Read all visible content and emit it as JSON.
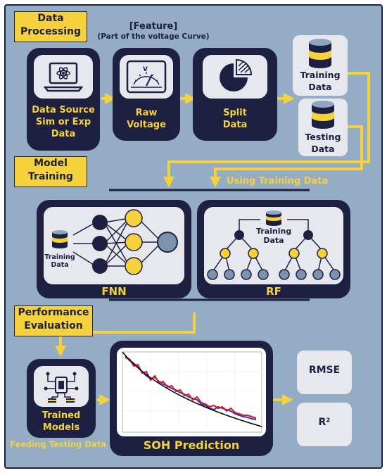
{
  "sections": {
    "data_processing": "Data\nProcessing",
    "model_training": "Model\nTraining",
    "performance_evaluation": "Performance\nEvaluation"
  },
  "feature_label": {
    "title": "[Feature]",
    "subtitle": "(Part of the voltage Curve)"
  },
  "nodes": {
    "data_source": "Data Source\nSim or Exp\nData",
    "raw_voltage": "Raw\nVoltage",
    "split_data": "Split\nData",
    "training_data": "Training\nData",
    "testing_data": "Testing\nData",
    "trained_models": "Trained\nModels",
    "soh_prediction": "SOH Prediction",
    "rmse": "RMSE",
    "r2": "R²"
  },
  "annotations": {
    "using_training_data": "Using Training Data",
    "feeding_testing_data": "Feeding Testing Data"
  },
  "models": {
    "fnn": {
      "label": "FNN",
      "db_label": "Training\nData"
    },
    "rf": {
      "label": "RF",
      "db_label": "Training\nData"
    }
  },
  "colors": {
    "navy": "#1d2040",
    "yellow": "#f5d23c",
    "background": "#94acc4",
    "light_panel": "#e6e8ee",
    "node_blue": "#7d93ad",
    "prediction_red": "#e01818",
    "prediction_blue": "#2038d8",
    "trend_black": "#000000"
  },
  "icons": [
    "laptop-atom-icon",
    "voltmeter-icon",
    "pie-chart-icon",
    "database-icon",
    "chip-icon"
  ]
}
